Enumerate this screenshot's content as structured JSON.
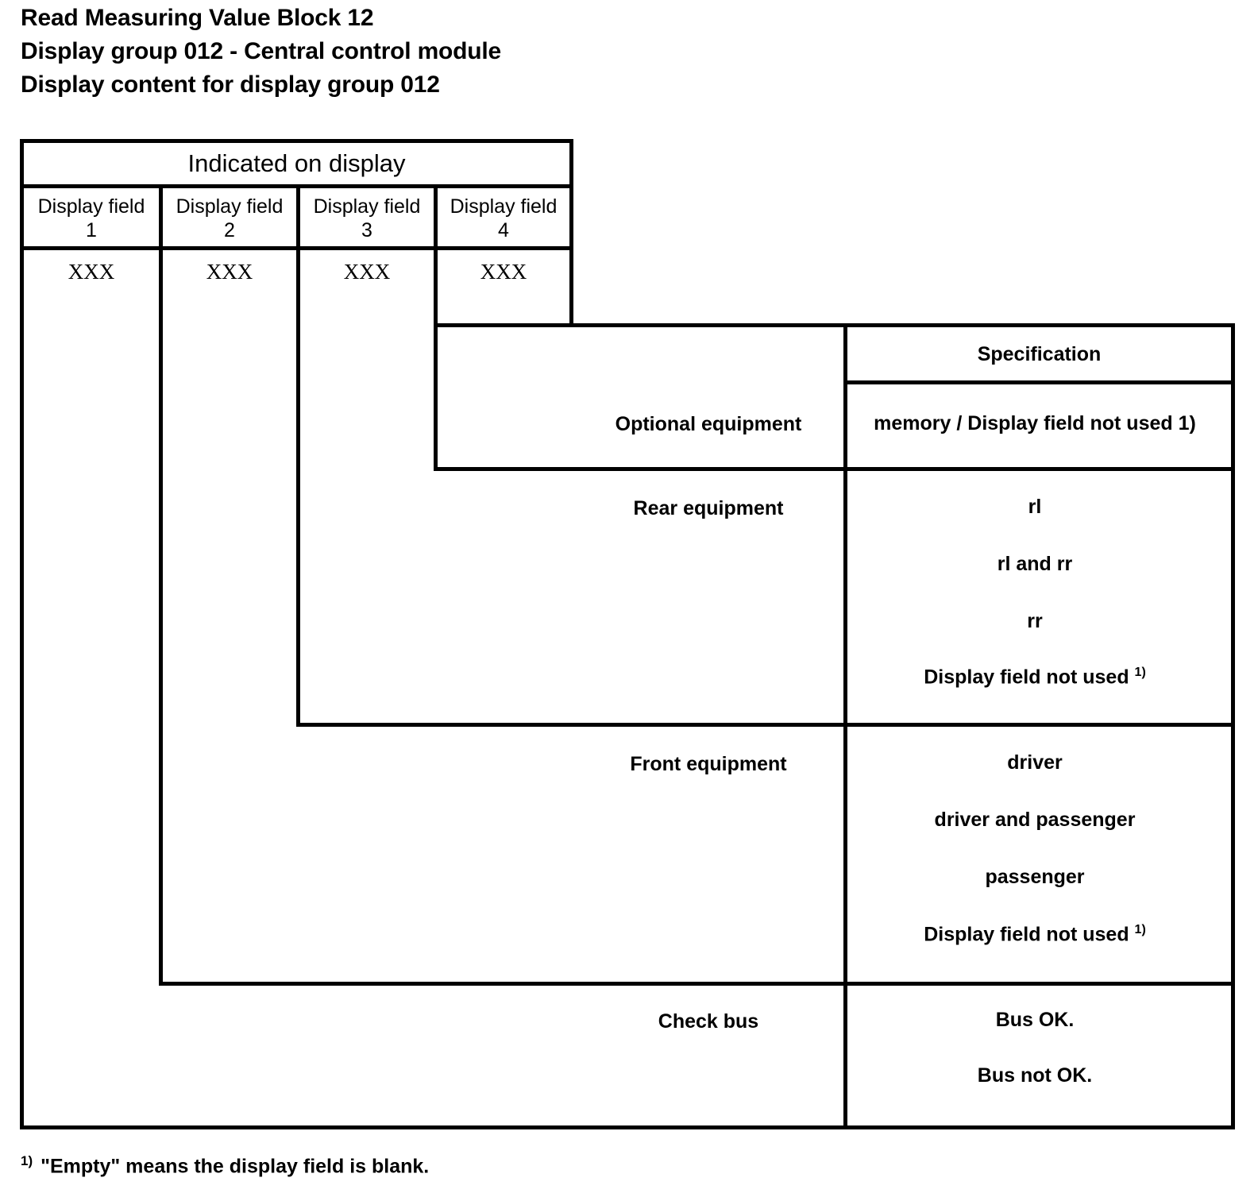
{
  "heading": {
    "line1": "Read Measuring Value Block 12",
    "line2": "Display group 012 - Central control module",
    "line3": "Display content for display group 012"
  },
  "table": {
    "group_header": "Indicated on display",
    "spec_header": "Specification",
    "display_fields": [
      {
        "label": "Display field",
        "number": "1",
        "value": "XXX"
      },
      {
        "label": "Display field",
        "number": "2",
        "value": "XXX"
      },
      {
        "label": "Display field",
        "number": "3",
        "value": "XXX"
      },
      {
        "label": "Display field",
        "number": "4",
        "value": "XXX"
      }
    ],
    "rows": [
      {
        "name": "Optional equipment",
        "specs": [
          {
            "text": "memory / Display field not used 1)",
            "footnote": ""
          }
        ]
      },
      {
        "name": "Rear equipment",
        "specs": [
          {
            "text": "rl",
            "footnote": ""
          },
          {
            "text": "rl and rr",
            "footnote": ""
          },
          {
            "text": "rr",
            "footnote": ""
          },
          {
            "text": "Display field not used ",
            "footnote": "1)"
          }
        ]
      },
      {
        "name": "Front equipment",
        "specs": [
          {
            "text": "driver",
            "footnote": ""
          },
          {
            "text": "driver and passenger",
            "footnote": ""
          },
          {
            "text": "passenger",
            "footnote": ""
          },
          {
            "text": "Display field not used ",
            "footnote": "1)"
          }
        ]
      },
      {
        "name": "Check bus",
        "specs": [
          {
            "text": "Bus OK.",
            "footnote": ""
          },
          {
            "text": "Bus not OK.",
            "footnote": ""
          }
        ]
      }
    ]
  },
  "footnote": {
    "marker": "1)",
    "text": "\"Empty\" means the display field is blank."
  }
}
